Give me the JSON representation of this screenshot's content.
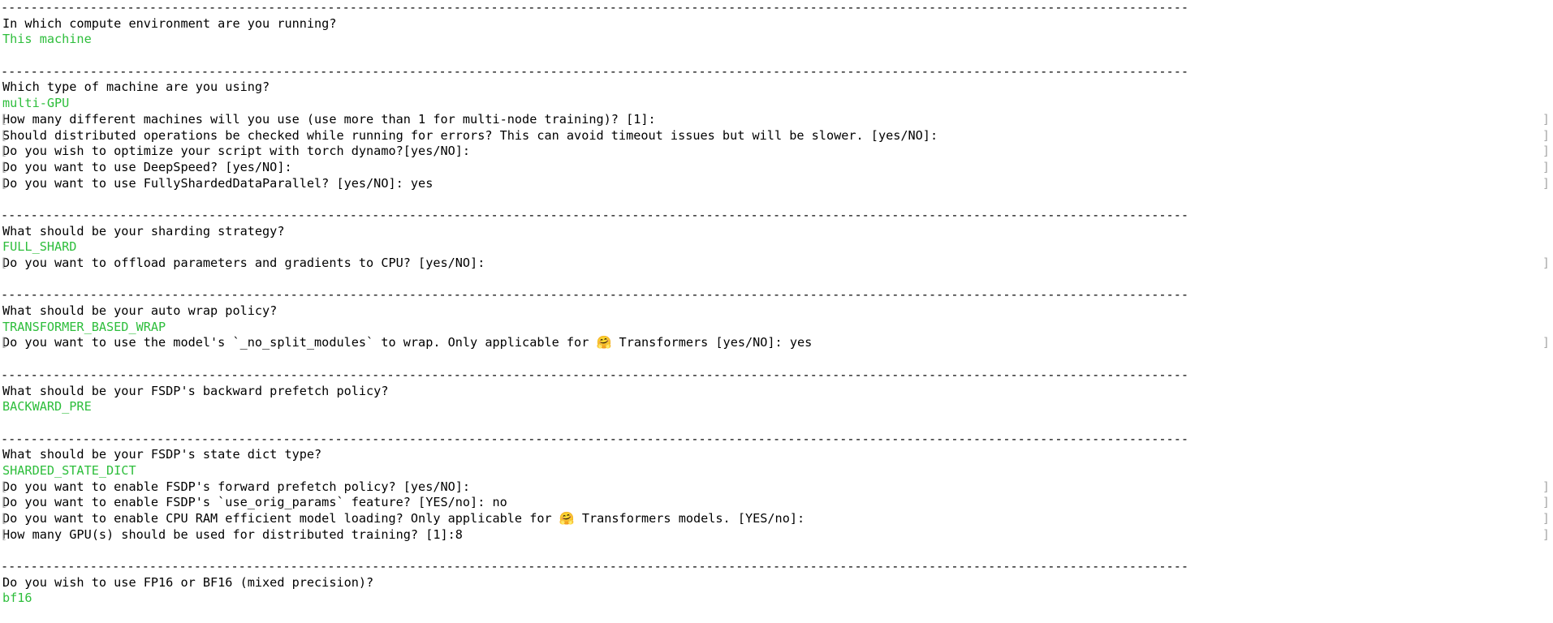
{
  "terminal": {
    "app": "accelerate config",
    "background_color": "#ffffff",
    "text_color": "#000000",
    "answer_color": "#2ebe3c",
    "wrap_marker_color": "#a8a8a8",
    "separator_char": "-",
    "wrap_marker_left": "[",
    "wrap_marker_right": "]"
  },
  "blocks": [
    {
      "question": "In which compute environment are you running?",
      "answer": "This machine",
      "prompts": []
    },
    {
      "question": "Which type of machine are you using?",
      "answer": "multi-GPU",
      "prompts": [
        "How many different machines will you use (use more than 1 for multi-node training)? [1]:",
        "Should distributed operations be checked while running for errors? This can avoid timeout issues but will be slower. [yes/NO]:",
        "Do you wish to optimize your script with torch dynamo?[yes/NO]:",
        "Do you want to use DeepSpeed? [yes/NO]:",
        "Do you want to use FullyShardedDataParallel? [yes/NO]: yes"
      ]
    },
    {
      "question": "What should be your sharding strategy?",
      "answer": "FULL_SHARD",
      "prompts": [
        "Do you want to offload parameters and gradients to CPU? [yes/NO]:"
      ]
    },
    {
      "question": "What should be your auto wrap policy?",
      "answer": "TRANSFORMER_BASED_WRAP",
      "prompts": [
        "Do you want to use the model's `_no_split_modules` to wrap. Only applicable for 🤗 Transformers [yes/NO]: yes"
      ]
    },
    {
      "question": "What should be your FSDP's backward prefetch policy?",
      "answer": "BACKWARD_PRE",
      "prompts": []
    },
    {
      "question": "What should be your FSDP's state dict type?",
      "answer": "SHARDED_STATE_DICT",
      "prompts": [
        "Do you want to enable FSDP's forward prefetch policy? [yes/NO]:",
        "Do you want to enable FSDP's `use_orig_params` feature? [YES/no]: no",
        "Do you want to enable CPU RAM efficient model loading? Only applicable for 🤗 Transformers models. [YES/no]:",
        "How many GPU(s) should be used for distributed training? [1]:8"
      ]
    },
    {
      "question": "Do you wish to use FP16 or BF16 (mixed precision)?",
      "answer": "bf16",
      "prompts": []
    }
  ],
  "lines": [
    {
      "kind": "rule"
    },
    {
      "kind": "question",
      "text": "In which compute environment are you running?"
    },
    {
      "kind": "answer",
      "text": "This machine"
    },
    {
      "kind": "blank"
    },
    {
      "kind": "rule"
    },
    {
      "kind": "question",
      "text": "Which type of machine are you using?"
    },
    {
      "kind": "answer",
      "text": "multi-GPU"
    },
    {
      "kind": "prompt",
      "text": "How many different machines will you use (use more than 1 for multi-node training)? [1]:",
      "wrap": true
    },
    {
      "kind": "prompt",
      "text": "Should distributed operations be checked while running for errors? This can avoid timeout issues but will be slower. [yes/NO]:",
      "wrap": true
    },
    {
      "kind": "prompt",
      "text": "Do you wish to optimize your script with torch dynamo?[yes/NO]:",
      "wrap": true
    },
    {
      "kind": "prompt",
      "text": "Do you want to use DeepSpeed? [yes/NO]:",
      "wrap": true
    },
    {
      "kind": "prompt",
      "text": "Do you want to use FullyShardedDataParallel? [yes/NO]: yes",
      "wrap": true
    },
    {
      "kind": "blank"
    },
    {
      "kind": "rule"
    },
    {
      "kind": "question",
      "text": "What should be your sharding strategy?"
    },
    {
      "kind": "answer",
      "text": "FULL_SHARD"
    },
    {
      "kind": "prompt",
      "text": "Do you want to offload parameters and gradients to CPU? [yes/NO]:",
      "wrap": true
    },
    {
      "kind": "blank"
    },
    {
      "kind": "rule"
    },
    {
      "kind": "question",
      "text": "What should be your auto wrap policy?"
    },
    {
      "kind": "answer",
      "text": "TRANSFORMER_BASED_WRAP"
    },
    {
      "kind": "prompt",
      "text": "Do you want to use the model's `_no_split_modules` to wrap. Only applicable for 🤗 Transformers [yes/NO]: yes",
      "wrap": true
    },
    {
      "kind": "blank"
    },
    {
      "kind": "rule"
    },
    {
      "kind": "question",
      "text": "What should be your FSDP's backward prefetch policy?"
    },
    {
      "kind": "answer",
      "text": "BACKWARD_PRE"
    },
    {
      "kind": "blank"
    },
    {
      "kind": "rule"
    },
    {
      "kind": "question",
      "text": "What should be your FSDP's state dict type?"
    },
    {
      "kind": "answer",
      "text": "SHARDED_STATE_DICT"
    },
    {
      "kind": "prompt",
      "text": "Do you want to enable FSDP's forward prefetch policy? [yes/NO]:",
      "wrap": true
    },
    {
      "kind": "prompt",
      "text": "Do you want to enable FSDP's `use_orig_params` feature? [YES/no]: no",
      "wrap": true
    },
    {
      "kind": "prompt",
      "text": "Do you want to enable CPU RAM efficient model loading? Only applicable for 🤗 Transformers models. [YES/no]:",
      "wrap": true
    },
    {
      "kind": "prompt",
      "text": "How many GPU(s) should be used for distributed training? [1]:8",
      "wrap": true
    },
    {
      "kind": "blank"
    },
    {
      "kind": "rule"
    },
    {
      "kind": "question",
      "text": "Do you wish to use FP16 or BF16 (mixed precision)?"
    },
    {
      "kind": "answer",
      "text": "bf16"
    }
  ]
}
